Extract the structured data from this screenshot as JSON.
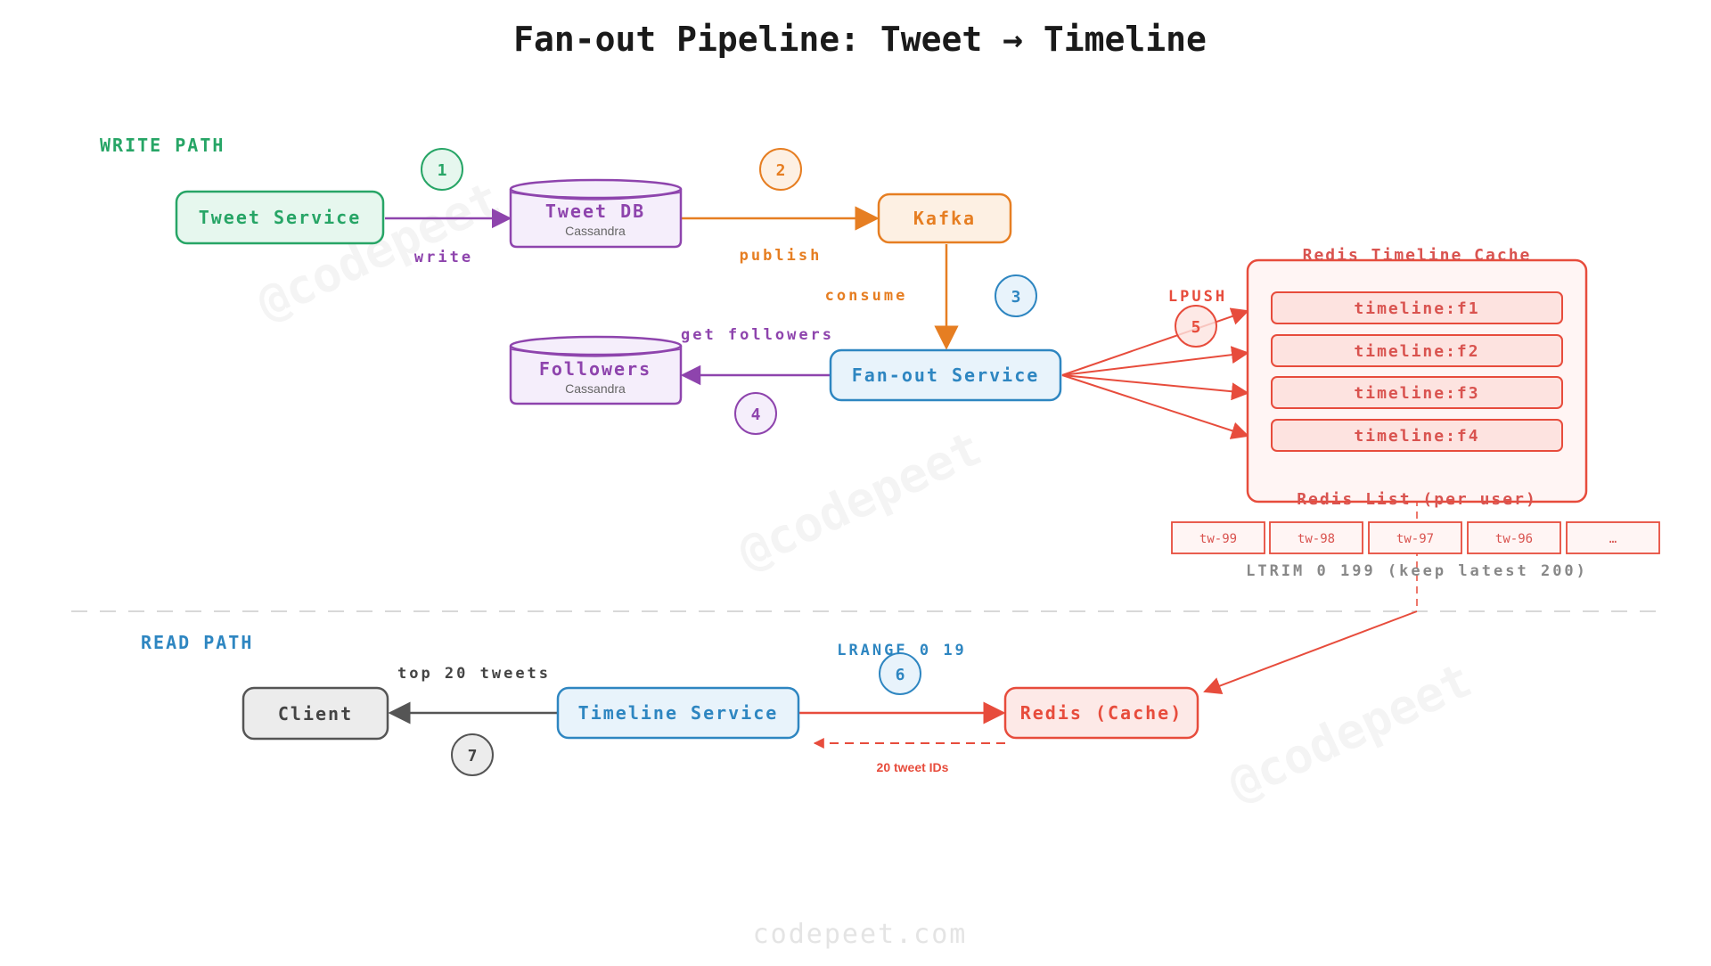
{
  "title": "Fan-out Pipeline: Tweet → Timeline",
  "sections": {
    "write": "WRITE PATH",
    "read": "READ PATH"
  },
  "nodes": {
    "tweet_service": "Tweet Service",
    "tweet_db": {
      "label": "Tweet DB",
      "sub": "Cassandra"
    },
    "kafka": "Kafka",
    "followers": {
      "label": "Followers",
      "sub": "Cassandra"
    },
    "fanout_service": "Fan-out Service",
    "redis_cache_box": "Redis Timeline Cache",
    "client": "Client",
    "timeline_service": "Timeline Service",
    "redis_cache": "Redis (Cache)"
  },
  "timelines": [
    "timeline:f1",
    "timeline:f2",
    "timeline:f3",
    "timeline:f4"
  ],
  "redis_list": {
    "title": "Redis List (per user)",
    "items": [
      "tw-99",
      "tw-98",
      "tw-97",
      "tw-96",
      "…"
    ],
    "note": "LTRIM 0 199 (keep latest 200)"
  },
  "edge_labels": {
    "write": "write",
    "publish": "publish",
    "consume": "consume",
    "get_followers": "get followers",
    "lpush": "LPUSH",
    "lrange": "LRANGE 0 19",
    "top20": "top 20 tweets",
    "ids": "20 tweet IDs"
  },
  "steps": [
    "1",
    "2",
    "3",
    "4",
    "5",
    "6",
    "7"
  ],
  "watermark": "@codepeet",
  "footer": "codepeet.com",
  "colors": {
    "green": "#27a566",
    "purple": "#8e44ad",
    "orange": "#e67e22",
    "blue": "#2e86c1",
    "red": "#e74c3c",
    "gray": "#555555"
  }
}
